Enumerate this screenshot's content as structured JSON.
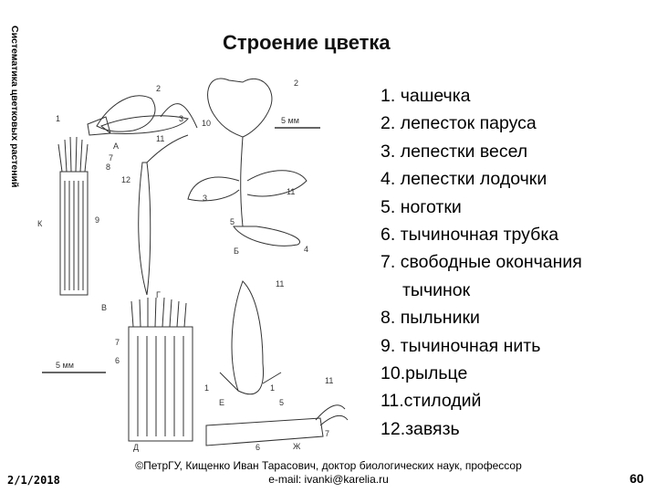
{
  "slide": {
    "side_title": "Систематика цветковых растений",
    "title": "Строение цветка",
    "legend": [
      {
        "num": "1.",
        "text": "чашечка"
      },
      {
        "num": "2.",
        "text": "лепесток паруса"
      },
      {
        "num": "3.",
        "text": "лепестки весел"
      },
      {
        "num": "4.",
        "text": "лепестки лодочки"
      },
      {
        "num": "5.",
        "text": "ноготки"
      },
      {
        "num": "6.",
        "text": "тычиночная трубка"
      },
      {
        "num": "7.",
        "text": "свободные окончания",
        "cont": "тычинок"
      },
      {
        "num": "8.",
        "text": "пыльники"
      },
      {
        "num": "9.",
        "text": "тычиночная нить"
      },
      {
        "num": "10.",
        "text": "рыльце"
      },
      {
        "num": "11.",
        "text": "стилодий"
      },
      {
        "num": "12.",
        "text": "завязь"
      }
    ],
    "figure_labels": {
      "a": "А",
      "b": "Б",
      "v": "В",
      "g": "Г",
      "d": "Д",
      "e": "Е",
      "zh": "Ж",
      "k": "К",
      "scale1": "5 мм",
      "scale2": "5 мм",
      "n1": "1",
      "n2": "2",
      "n2b": "2",
      "n3": "3",
      "n3b": "3",
      "n4": "4",
      "n5": "5",
      "n5b": "5",
      "n6": "6",
      "n6b": "6",
      "n7": "7",
      "n7b": "7",
      "n7c": "7",
      "n8": "8",
      "n9": "9",
      "n10": "10",
      "n11": "11",
      "n11b": "11",
      "n11c": "11",
      "n11d": "11",
      "n12": "12",
      "n1b": "1",
      "n1c": "1"
    },
    "date": "2/1/2018",
    "footer_line1": "©ПетрГУ, Кищенко Иван Тарасович, доктор биологических наук, профессор",
    "footer_line2": "e-mail: ivanki@karelia.ru",
    "page_number": "60"
  }
}
